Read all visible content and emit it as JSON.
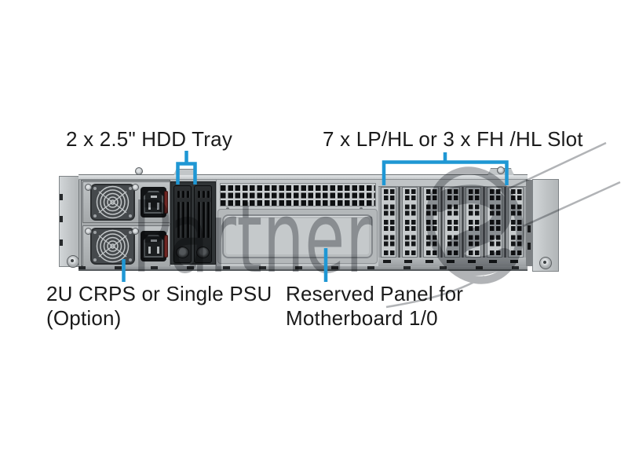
{
  "page": {
    "background": "#ffffff"
  },
  "colors": {
    "annotation_blue": "#1f97d4",
    "watermark_gray": "#63686d",
    "label_text": "#1a1a1a"
  },
  "labels": {
    "hdd_tray": "2 x 2.5\" HDD Tray",
    "slots": "7 x LP/HL or 3 x FH /HL Slot",
    "psu_line1": "2U CRPS or Single PSU",
    "psu_line2": "(Option)",
    "reserved_line1": "Reserved Panel for",
    "reserved_line2": "Motherboard 1/0"
  },
  "watermark": {
    "text": "Partner"
  },
  "chassis": {
    "view": "rear",
    "psu_count": 2,
    "hdd_tray_count": 2,
    "pci_slot_count": 7
  }
}
